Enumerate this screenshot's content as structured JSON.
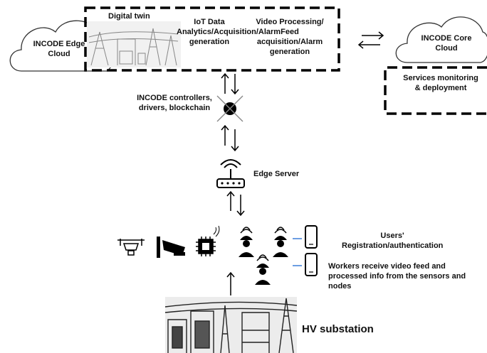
{
  "edge_cloud": {
    "label": "INCODE Edge Cloud"
  },
  "digital_twin": {
    "title": "Digital twin",
    "iot_label": "IoT Data Analytics/Acquisition/Alarm generation",
    "video_label": "Video Processing/ Feed acquisition/Alarm generation"
  },
  "core_cloud": {
    "label": "INCODE Core Cloud"
  },
  "services": {
    "label": "Services monitoring & deployment"
  },
  "controllers": {
    "label": "INCODE controllers, drivers, blockchain"
  },
  "edge_server": {
    "label": "Edge Server"
  },
  "users": {
    "label": "Users' Registration/authentication"
  },
  "workers": {
    "label": "Workers receive video feed and processed info from the sensors and nodes"
  },
  "substation": {
    "label": "HV substation"
  }
}
